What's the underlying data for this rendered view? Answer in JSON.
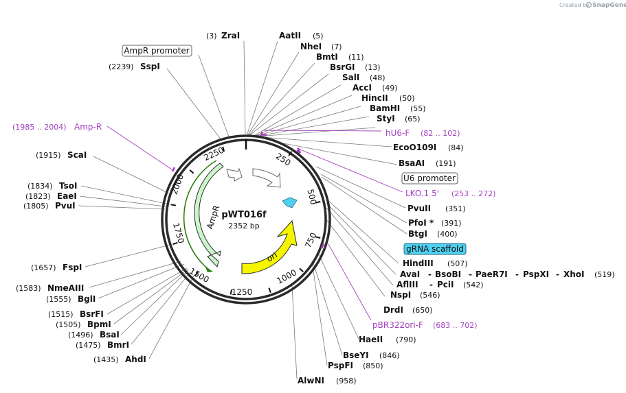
{
  "credit": {
    "created_by": "Created by",
    "brand": "SnapGene"
  },
  "plasmid": {
    "name": "pWT016f",
    "length_label": "2352 bp"
  },
  "ticks": [
    "250",
    "500",
    "750",
    "1000",
    "1250",
    "1500",
    "1750",
    "2000",
    "2250"
  ],
  "features": {
    "ampr": "AmpR",
    "ori": "ori"
  },
  "feature_boxes": {
    "ampr_promoter": "AmpR promoter",
    "u6_promoter": "U6 promoter",
    "grna_scaffold": "gRNA scaffold"
  },
  "colors": {
    "ampr": "#ccf5cc",
    "ori": "#f5f500",
    "grna": "#4fd0f0",
    "primer": "#a33ec0",
    "backbone": "#2a2a2a"
  },
  "primers": [
    {
      "name": "hU6-F",
      "pos": "(82 .. 102)"
    },
    {
      "name": "LKO.1 5'",
      "pos": "(253 .. 272)"
    },
    {
      "name": "pBR322ori-F",
      "pos": "(683 .. 702)"
    },
    {
      "name": "Amp-R",
      "pos": "(1985 .. 2004)"
    }
  ],
  "sites_right": [
    {
      "name": "AatII",
      "pos": "(5)"
    },
    {
      "name": "NheI",
      "pos": "(7)"
    },
    {
      "name": "BmtI",
      "pos": "(11)"
    },
    {
      "name": "BsrGI",
      "pos": "(13)"
    },
    {
      "name": "SalI",
      "pos": "(48)"
    },
    {
      "name": "AccI",
      "pos": "(49)"
    },
    {
      "name": "HincII",
      "pos": "(50)"
    },
    {
      "name": "BamHI",
      "pos": "(55)"
    },
    {
      "name": "StyI",
      "pos": "(65)"
    },
    {
      "name": "EcoO109I",
      "pos": "(84)"
    },
    {
      "name": "BsaAI",
      "pos": "(191)"
    },
    {
      "name": "PvuII",
      "pos": "(351)"
    },
    {
      "name": "PfoI *",
      "pos": "(391)"
    },
    {
      "name": "BtgI",
      "pos": "(400)"
    },
    {
      "name": "HindIII",
      "pos": "(507)"
    },
    {
      "name": "NspI",
      "pos": "(546)"
    },
    {
      "name": "DrdI",
      "pos": "(650)"
    },
    {
      "name": "HaeII",
      "pos": "(790)"
    },
    {
      "name": "BseYI",
      "pos": "(846)"
    },
    {
      "name": "PspFI",
      "pos": "(850)"
    },
    {
      "name": "AlwNI",
      "pos": "(958)"
    }
  ],
  "site_top": {
    "name": "ZraI",
    "pos": "(3)"
  },
  "site_ssp": {
    "name": "SspI",
    "pos": "(2239)"
  },
  "multi_ava": {
    "names": [
      "AvaI",
      "BsoBI",
      "PaeR7I",
      "PspXI",
      "XhoI"
    ],
    "pos": "(519)",
    "sep": "-"
  },
  "multi_afl": {
    "names": [
      "AflIII",
      "PciI"
    ],
    "pos": "(542)",
    "sep": "-"
  },
  "sites_left": [
    {
      "name": "ScaI",
      "pos": "(1915)"
    },
    {
      "name": "TsoI",
      "pos": "(1834)"
    },
    {
      "name": "EaeI",
      "pos": "(1823)"
    },
    {
      "name": "PvuI",
      "pos": "(1805)"
    },
    {
      "name": "FspI",
      "pos": "(1657)"
    },
    {
      "name": "NmeAIII",
      "pos": "(1583)"
    },
    {
      "name": "BglI",
      "pos": "(1555)"
    },
    {
      "name": "BsrFI",
      "pos": "(1515)"
    },
    {
      "name": "BpmI",
      "pos": "(1505)"
    },
    {
      "name": "BsaI",
      "pos": "(1496)"
    },
    {
      "name": "BmrI",
      "pos": "(1475)"
    },
    {
      "name": "AhdI",
      "pos": "(1435)"
    }
  ]
}
